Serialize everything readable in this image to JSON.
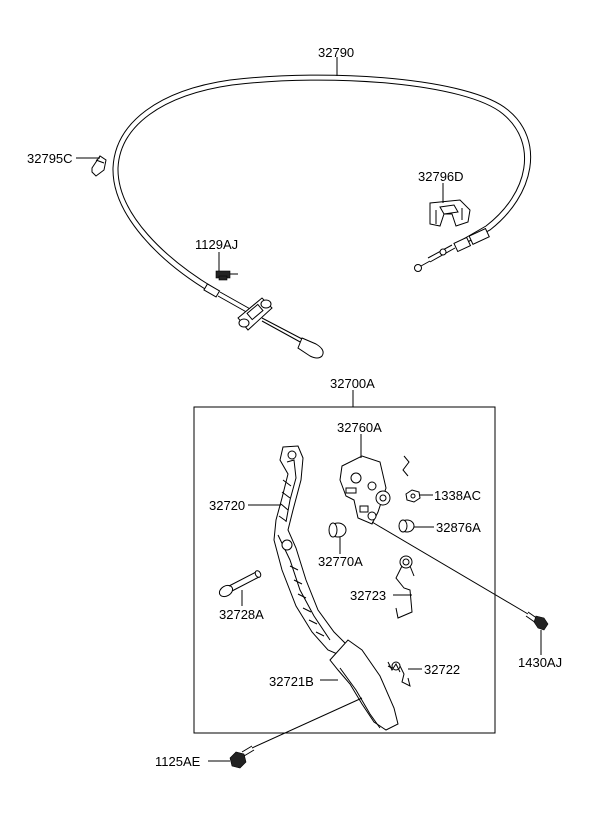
{
  "labels": {
    "cable": "32790",
    "clip": "32795C",
    "bracket": "32796D",
    "bolt_top": "1129AJ",
    "assembly": "32700A",
    "plate": "32760A",
    "nut": "1338AC",
    "cap": "32876A",
    "pedal_arm": "32720",
    "bushing": "32770A",
    "spring_upper": "32723",
    "pin": "32728A",
    "bolt_right": "1430AJ",
    "spring_lower": "32722",
    "pedal_pad": "32721B",
    "bolt_bottom": "1125AE"
  }
}
